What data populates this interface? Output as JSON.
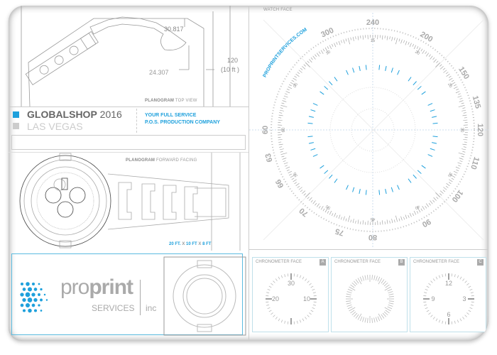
{
  "top_view": {
    "label_bold": "PLANOGRAM",
    "label": "TOP VIEW",
    "dim_a": "30.817",
    "dim_b": "24.307",
    "dim_height": "120",
    "dim_height_ft": "(10 ft )"
  },
  "title": {
    "event_bold": "GLOBALSHOP",
    "event_year": "2016",
    "location": "LAS VEGAS",
    "tagline_1": "YOUR FULL SERVICE",
    "tagline_2": "P.O.S. PRODUCTION COMPANY",
    "accent": "#1ea0dc"
  },
  "forward": {
    "label_bold": "PLANOGRAM",
    "label": "FORWARD FACING",
    "dims": {
      "a": "20 FT.",
      "x1": "X",
      "b": "10 FT",
      "x2": "X",
      "c": "8 FT"
    }
  },
  "watch_face": {
    "label": "WATCH FACE",
    "url": "PROPRINTSERVICES.COM",
    "outer_labels": [
      "240",
      "200",
      "150",
      "135",
      "120",
      "110",
      "100",
      "90",
      "80",
      "75",
      "70",
      "66",
      "63",
      "60",
      "300"
    ],
    "inner_labels": [
      "05",
      "10",
      "15",
      "20",
      "25",
      "30",
      "35",
      "40",
      "45",
      "50",
      "55",
      "60"
    ]
  },
  "logo": {
    "pro": "pro",
    "print": "print",
    "services": "SERVICES",
    "inc": "inc"
  },
  "chronometers": [
    {
      "label": "CHRONOMETER FACE",
      "badge": "A",
      "numbers": [
        "30",
        "10",
        "20"
      ]
    },
    {
      "label": "CHRONOMETER FACE",
      "badge": "B",
      "numbers": []
    },
    {
      "label": "CHRONOMETER FACE",
      "badge": "C",
      "numbers": [
        "12",
        "3",
        "6",
        "9"
      ]
    }
  ]
}
